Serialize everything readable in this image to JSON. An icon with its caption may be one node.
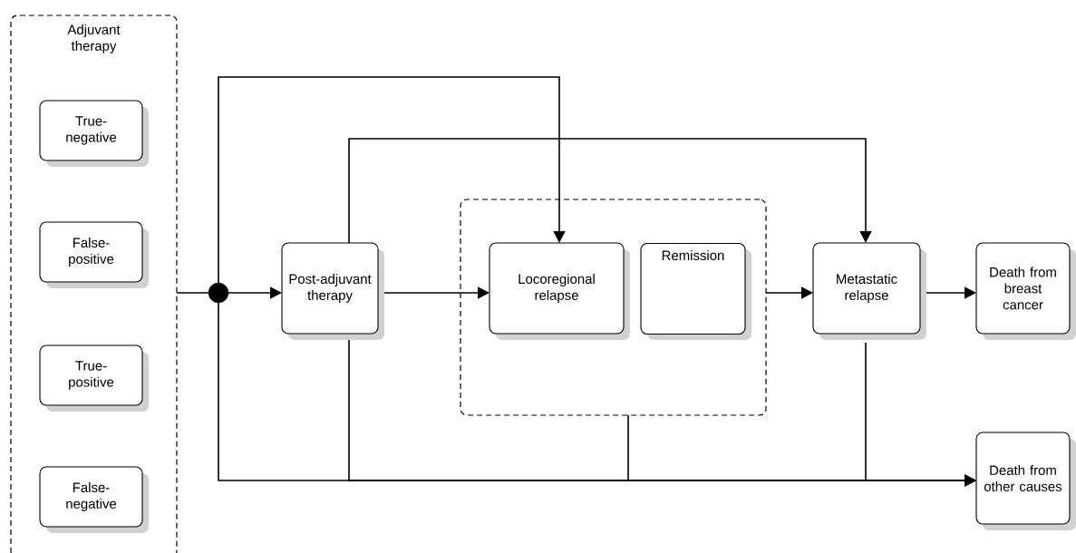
{
  "diagram": {
    "nodes": [
      {
        "text": [
          "Adjuvant therapy"
        ]
      },
      {
        "text": [
          "True-negative"
        ],
        "in": 0
      },
      {
        "text": [
          "False-positive"
        ],
        "in": 0
      },
      {
        "text": [
          "True-positive"
        ],
        "in": 0
      },
      {
        "text": [
          "False-negative"
        ],
        "in": 0
      },
      {
        "text": [],
        "shape": "circle"
      },
      {
        "text": [
          "Post-adjuvant therapy"
        ]
      },
      {
        "text": [],
        "shape": "box"
      },
      {
        "text": [
          "Locoregional relapse"
        ],
        "in": 7
      },
      {
        "text": [
          "Remission"
        ],
        "in": 7
      },
      {
        "text": [
          "Metastatic relapse"
        ]
      },
      {
        "text": [
          "Death from breast cancer"
        ]
      },
      {
        "text": [
          "Death from other causes"
        ]
      }
    ],
    "edges": [
      {
        "from": 0,
        "to": 5,
        "arrow": "none"
      },
      {
        "from": 5,
        "to": 6,
        "arrow": "to"
      },
      {
        "from": 5,
        "to": 8,
        "arrow": "to"
      },
      {
        "from": 5,
        "to": 12,
        "arrow": "to"
      },
      {
        "from": 6,
        "to": 8,
        "arrow": "to"
      },
      {
        "from": 6,
        "to": 10,
        "arrow": "to"
      },
      {
        "from": 6,
        "to": 12,
        "arrow": "to"
      },
      {
        "from": 7,
        "to": 10,
        "arrow": "to"
      },
      {
        "from": 7,
        "to": 12,
        "arrow": "to"
      },
      {
        "from": 10,
        "to": 11,
        "arrow": "to"
      },
      {
        "from": 10,
        "to": 12,
        "arrow": "to"
      }
    ]
  }
}
